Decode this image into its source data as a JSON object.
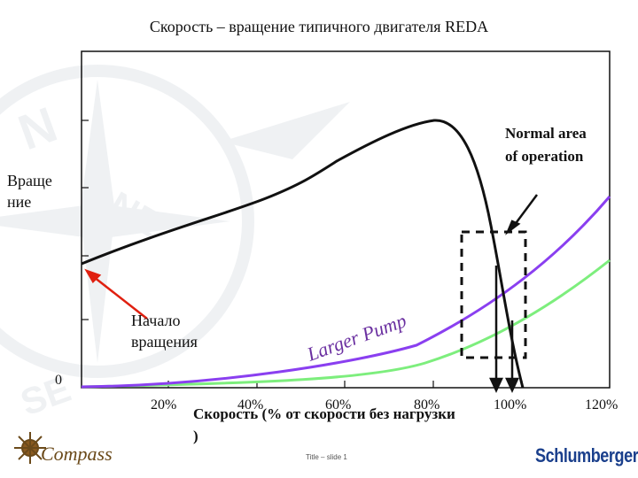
{
  "title": "Скорость – вращение типичного двигателя REDA",
  "y_axis": {
    "label": "Враще ние",
    "zero_label": "0"
  },
  "x_axis": {
    "label": "Скорость (% от скорости без нагрузки )",
    "ticks": [
      "20%",
      "40%",
      "60%",
      "80%",
      "100%",
      "120%"
    ]
  },
  "annotations": {
    "start_torque": "Начало вращения",
    "normal_area": "Normal area of operation",
    "larger_pump": "Larger Pump"
  },
  "footer": {
    "slide_text": "Title – slide 1"
  },
  "logos": {
    "left": "Compass",
    "right": "Schlumberger"
  },
  "colors": {
    "torque_curve": "#111111",
    "larger_pump_curve": "#8a3ff0",
    "pump_curve": "#7dee7d",
    "arrow_red": "#e02010",
    "larger_pump_text": "#6a2fa0",
    "dashed_box": "#111111"
  },
  "icons": [
    "compass-rose-watermark-icon",
    "compass-logo-icon"
  ]
}
